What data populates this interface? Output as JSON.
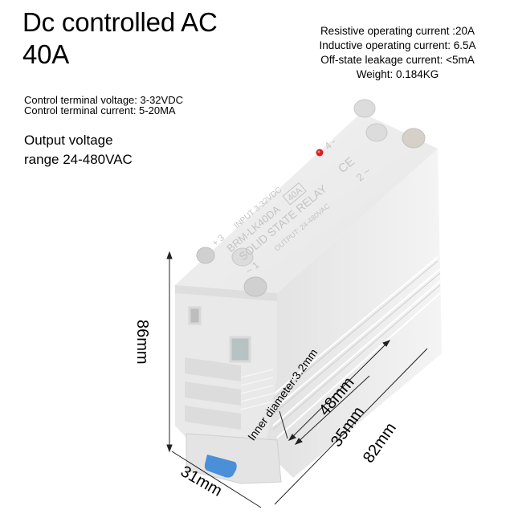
{
  "title": {
    "line1": "Dc controlled AC",
    "line2": "40A"
  },
  "specs": [
    "Resistive operating current :20A",
    "Inductive operating current: 6.5A",
    "Off-state leakage current: <5mA",
    "Weight: 0.184KG"
  ],
  "control": {
    "voltage": "Control terminal voltage: 3-32VDC",
    "current": "Control terminal current: 5-20MA"
  },
  "output": {
    "line1": "Output voltage",
    "line2": "range 24-480VAC"
  },
  "relay_label": {
    "terminal_3": "+ 3",
    "terminal_1": "~ 1",
    "terminal_2": "2 ~",
    "terminal_4": "4 -",
    "input": "INPUT 3-32VDC",
    "model": "BRM-LK40DA",
    "rating_badge": "40A",
    "name": "SOLID STATE RELAY",
    "output": "OUTPUT: 24-480VAC",
    "cert": "CE"
  },
  "dimensions": {
    "height": "86mm",
    "width": "31mm",
    "length": "82mm",
    "hole_spacing": "35mm",
    "rail_length": "48mm",
    "inner_diameter": "Inner diameter:3.2mm"
  },
  "colors": {
    "body": "#ececec",
    "body_shade": "#d9d9d9",
    "led": "#d62020",
    "clip": "#4a8fd8"
  }
}
